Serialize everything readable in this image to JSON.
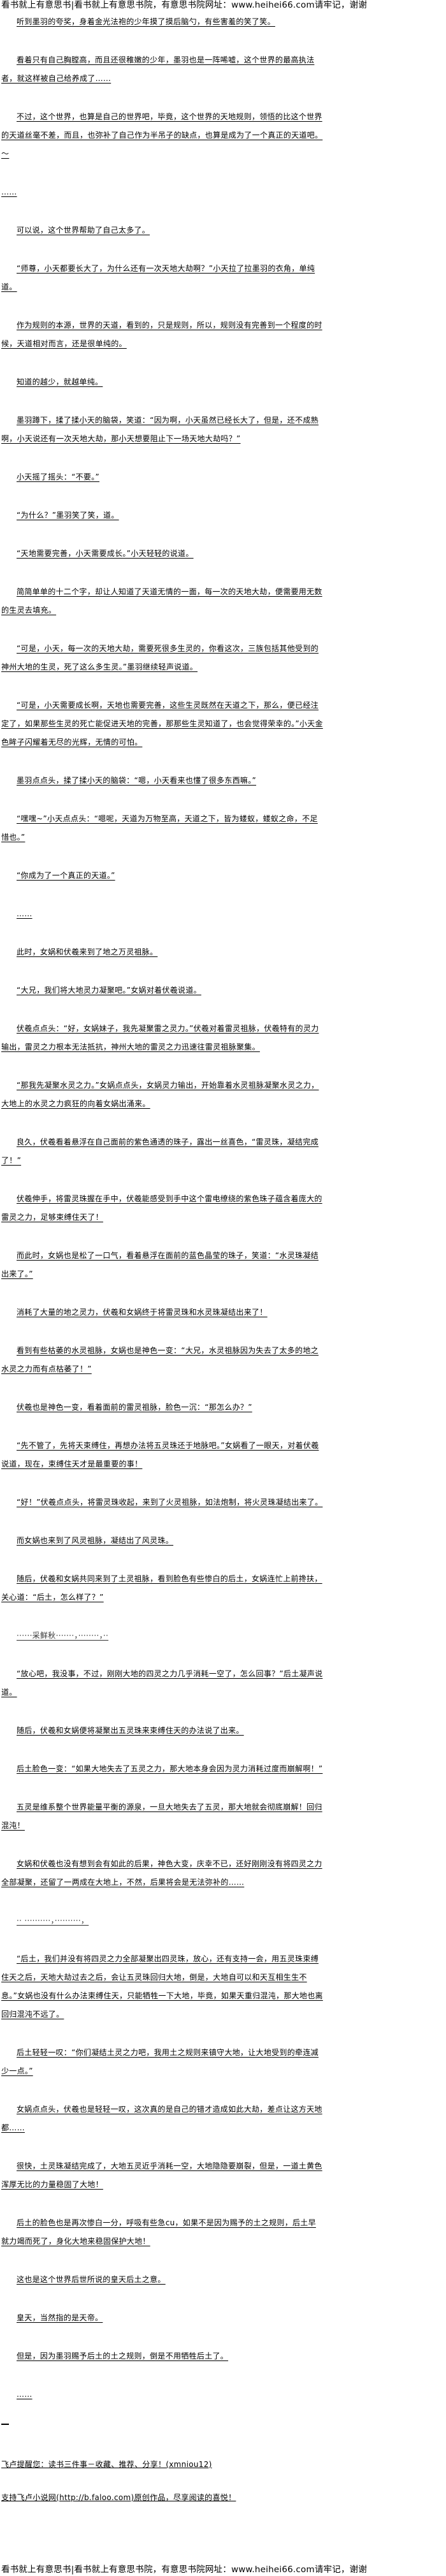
{
  "banner": "看书就上有意思书|看书就上有意思书院，有意思书院网址：www.heihei66.com请牢记，谢谢",
  "paragraphs": [
    {
      "text": "听到墨羽的夸奖，身着金光法袍的少年摸了摸后脑勺，有些害羞的笑了笑。"
    },
    {
      "text": "看着只有自己胸膛高，而且还很稚嫩的少年，墨羽也是一阵唏嘘，这个世界的最高执法者，就这样被自己给养成了……"
    },
    {
      "text": "不过，这个世界，也算是自己的世界吧，毕竟，这个世界的天地规则，领悟的比这个世界的天道丝毫不差，而且，也弥补了自己作为半吊子的缺点，也算是成为了一个真正的天道吧。～"
    },
    {
      "text": "……",
      "noindent": true
    },
    {
      "text": "可以说，这个世界帮助了自己太多了。"
    },
    {
      "text": "“师尊，小天都要长大了，为什么还有一次天地大劫啊？”小天拉了拉墨羽的衣角，单纯道。"
    },
    {
      "text": "作为规则的本源，世界的天道，看到的，只是规则，所以，规则没有完善到一个程度的时候，天道相对而言，还是很单纯的。"
    },
    {
      "text": "知道的越少，就越单纯。"
    },
    {
      "text": "墨羽蹲下，揉了揉小天的脑袋，笑道：“因为啊，小天虽然已经长大了，但是，还不成熟啊，小天说还有一次天地大劫，那小天想要阻止下一场天地大劫吗？”"
    },
    {
      "text": "小天摇了摇头：“不要。”"
    },
    {
      "text": "“为什么？”墨羽笑了笑，道。"
    },
    {
      "text": "“天地需要完善，小天需要成长。”小天轻轻的说道。"
    },
    {
      "text": "简简单单的十二个字，却让人知道了天道无情的一面，每一次的天地大劫，便需要用无数的生灵去填充。"
    },
    {
      "text": "“可是，小天，每一次的天地大劫，需要死很多生灵的，你看这次，三族包括其他受到的神州大地的生灵，死了这么多生灵。”墨羽继续轻声说道。"
    },
    {
      "text": "“可是，小天需要成长啊，天地也需要完善，这些生灵既然在天道之下，那么，便已经注定了，如果那些生灵的死亡能促进天地的完善，那那些生灵知道了，也会觉得荣幸的。”小天金色眸子闪耀着无尽的光辉，无情的可怕。"
    },
    {
      "text": "墨羽点点头，揉了揉小天的脑袋：“嗯，小天看来也懂了很多东西嘛。”"
    },
    {
      "text": "“嘿嘿~”小天点点头：“嗯呢，天道为万物至高，天道之下，皆为蝼蚁，蝼蚁之命，不足惜也。”"
    },
    {
      "text": "“你成为了一个真正的天道。”"
    },
    {
      "text": "……"
    },
    {
      "text": "此时，女娲和伏羲来到了地之万灵祖脉。"
    },
    {
      "text": "“大兄，我们将大地灵力凝聚吧。”女娲对着伏羲说道。"
    },
    {
      "text": "伏羲点点头：“好，女娲妹子，我先凝聚雷之灵力。”伏羲对着雷灵祖脉，伏羲特有的灵力输出，雷灵之力根本无法抵抗，神州大地的雷灵之力迅速往雷灵祖脉聚集。"
    },
    {
      "text": "“那我先凝聚水灵之力。”女娲点点头，女娲灵力输出，开始靠着水灵祖脉凝聚水灵之力，大地上的水灵之力疯狂的向着女娲出涌来。"
    },
    {
      "text": "良久，伏羲看着悬浮在自己面前的紫色通透的珠子，露出一丝喜色，“雷灵珠，凝结完成了！”"
    },
    {
      "text": "伏羲伸手，将雷灵珠握在手中，伏羲能感受到手中这个雷电缭绕的紫色珠子蕴含着庞大的雷灵之力，足够束缚住天了！"
    },
    {
      "text": "而此时，女娲也是松了一口气，看着悬浮在面前的蓝色晶莹的珠子，笑道：“水灵珠凝结出来了。”"
    },
    {
      "text": "消耗了大量的地之灵力，伏羲和女娲终于将雷灵珠和水灵珠凝结出来了！"
    },
    {
      "text": "看到有些枯萎的水灵祖脉，女娲也是神色一变：“大兄，水灵祖脉因为失去了太多的地之水灵之力而有点枯萎了！”"
    },
    {
      "text": "伏羲也是神色一变，看着面前的雷灵祖脉，脸色一沉：“那怎么办？”"
    },
    {
      "text": "“先不管了，先将天束缚住，再想办法将五灵珠还于地脉吧。”女娲看了一眼天，对着伏羲说道，现在，束缚住天才是最重要的事！"
    },
    {
      "text": "“好！”伏羲点点头，将雷灵珠收起，来到了火灵祖脉，如法炮制，将火灵珠凝结出来了。"
    },
    {
      "text": "而女娲也来到了风灵祖脉，凝结出了风灵珠。"
    },
    {
      "text": "随后，伏羲和女娲共同来到了土灵祖脉，看到脸色有些惨白的后土，女娲连忙上前搀扶，关心道：“后土，怎么样了？”"
    },
    {
      "text": "······采鲜秋·······，········，··",
      "mark": true
    },
    {
      "text": "“放心吧，我没事，不过，刚刚大地的四灵之力几乎消耗一空了，怎么回事？”后土凝声说道。"
    },
    {
      "text": "随后，伏羲和女娲便将凝聚出五灵珠来束缚住天的办法说了出来。"
    },
    {
      "text": "后土脸色一变：“如果大地失去了五灵之力，那大地本身会因为灵力消耗过度而崩解啊！”"
    },
    {
      "text": "五灵是维系整个世界能量平衡的源泉，一旦大地失去了五灵，那大地就会彻底崩解！回归混沌！"
    },
    {
      "text": "女娲和伏羲也没有想到会有如此的后果，神色大变，庆幸不已，还好刚刚没有将四灵之力全部凝聚，还留了一两成在大地上，不然，后果将会是无法弥补的……"
    },
    {
      "text": "·· ··········，··········，",
      "mark": true
    },
    {
      "text": "“后土，我们并没有将四灵之力全部凝聚出四灵珠，放心，还有支持一会，用五灵珠束缚住天之后，天地大劫过去之后，会让五灵珠回归大地，倒是，大地自可以和天互相生生不息。”女娲也没有什么办法束缚住天，只能牺牲一下大地，毕竟，如果天重归混沌，那大地也离回归混沌不远了。"
    },
    {
      "text": "后土轻轻一叹：“你们凝结土灵之力吧，我用土之规则来镇守大地，让大地受到的牵连减少一点。”"
    },
    {
      "text": "女娲点点头，伏羲也是轻轻一叹，这次真的是自己的错才造成如此大劫，差点让这方天地都……"
    },
    {
      "text": "很快，土灵珠凝结完成了，大地五灵近乎消耗一空，大地隐隐要崩裂，但是，一道土黄色浑厚无比的力量稳固了大地！"
    },
    {
      "text": "后土的脸色也是再次惨白一分，呼吸有些急cu，如果不是因为赐予的土之规则，后土早就力竭而死了，身化大地来稳固保护大地！"
    },
    {
      "text": "这也是这个世界后世所说的皇天后土之意。"
    },
    {
      "text": "皇天，当然指的是天帝。"
    },
    {
      "text": "但是，因为墨羽赐予后土的土之规则，倒是不用牺牲后土了。"
    },
    {
      "text": "……"
    }
  ],
  "footer": {
    "reminder": "飞卢提醒您：读书三件事－收藏、推荐、分享！(xmniou12)",
    "support": "支持飞卢小说网(http://b.faloo.com)原创作品，尽享阅读的喜悦！"
  }
}
